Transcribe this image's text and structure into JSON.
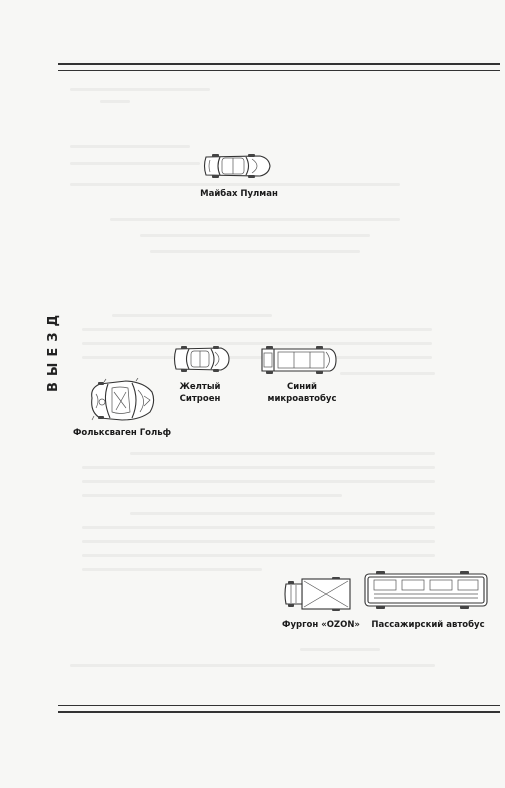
{
  "section_label": "ВЫЕЗД",
  "vehicles": {
    "maybach": "Майбах Пулман",
    "citroen_line1": "Желтый",
    "citroen_line2": "Ситроен",
    "minibus_line1": "Синий",
    "minibus_line2": "микроавтобус",
    "golf": "Фольксваген Гольф",
    "van": "Фургон «OZON»",
    "bus": "Пассажирский автобус"
  },
  "icons": [
    "maybach-car-icon",
    "citroen-car-icon",
    "minibus-icon",
    "golf-car-icon",
    "van-truck-icon",
    "passenger-bus-icon"
  ]
}
